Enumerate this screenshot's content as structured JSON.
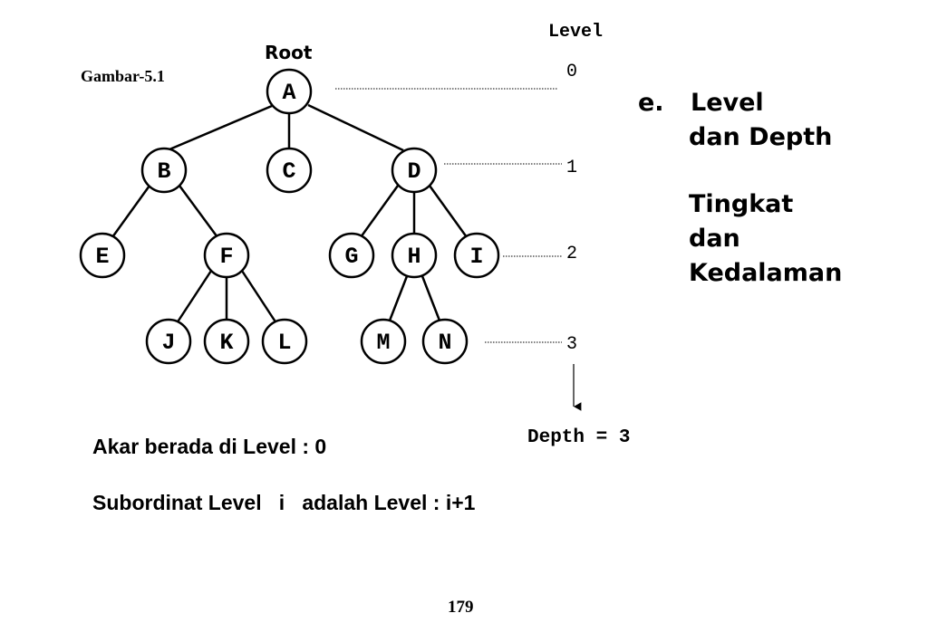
{
  "figure_label": "Gambar-5.1",
  "root_label": "Root",
  "level_header": "Level",
  "nodes": [
    "A",
    "B",
    "C",
    "D",
    "E",
    "F",
    "G",
    "H",
    "I",
    "J",
    "K",
    "L",
    "M",
    "N"
  ],
  "level_numbers": [
    "0",
    "1",
    "2",
    "3"
  ],
  "depth_label": "Depth = 3",
  "title": {
    "letter": "e.",
    "line1": "Level",
    "line2": "dan Depth",
    "line3": "Tingkat",
    "line4": "dan",
    "line5": "Kedalaman"
  },
  "notes": {
    "line1": "Akar berada di Level : 0",
    "line2": "Subordinat Level   i   adalah Level : i+1"
  },
  "page_number": "179"
}
